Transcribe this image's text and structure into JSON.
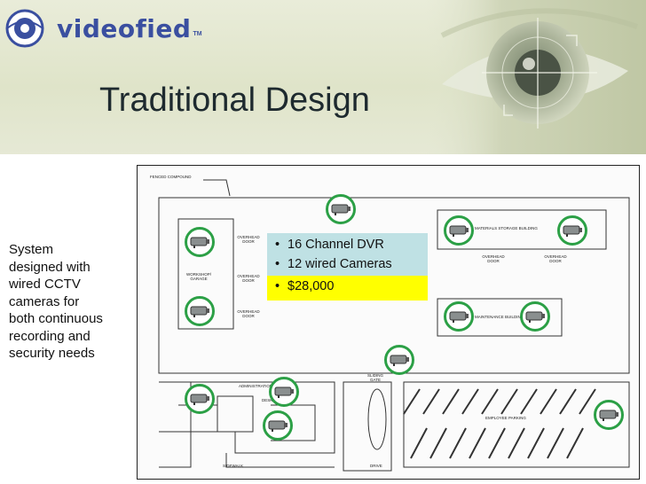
{
  "brand": {
    "name": "videofied",
    "tm": "TM"
  },
  "slide": {
    "title": "Traditional Design"
  },
  "description": {
    "lines": [
      "System",
      "designed with",
      "wired CCTV",
      "cameras for",
      "both continuous",
      "recording and",
      "security needs"
    ]
  },
  "callout": {
    "items": [
      "16 Channel DVR",
      "12 wired Cameras"
    ],
    "price": "$28,000",
    "bullet": "•"
  },
  "plan_labels": {
    "fenced_compound": "FENCED COMPOUND",
    "overhead_door_1": "OVERHEAD DOOR",
    "workshop_garage": "WORKSHOP/ GARAGE",
    "overhead_door_2": "OVERHEAD DOOR",
    "overhead_door_3": "OVERHEAD DOOR",
    "materials_storage": "MATERIALS STORAGE BUILDING",
    "overhead_door_4": "OVERHEAD DOOR",
    "overhead_door_5": "OVERHEAD DOOR",
    "maintenance_building": "MAINTENANCE BUILDING",
    "administration_building": "ADMINISTRATION BUILDING",
    "sliding_gate": "SLIDING GATE",
    "employee_parking": "EMPLOYEE PARKING",
    "sidewalk": "SIDEWALK",
    "drive": "DRIVE",
    "desk": "DESK"
  },
  "colors": {
    "camera_ring": "#2ca046",
    "callout_top": "#bfe1e4",
    "callout_price": "#ffff00",
    "brand_blue": "#3a4fa0"
  },
  "icons": {
    "camera": "security-camera-icon",
    "logo": "eye-logo-icon"
  }
}
